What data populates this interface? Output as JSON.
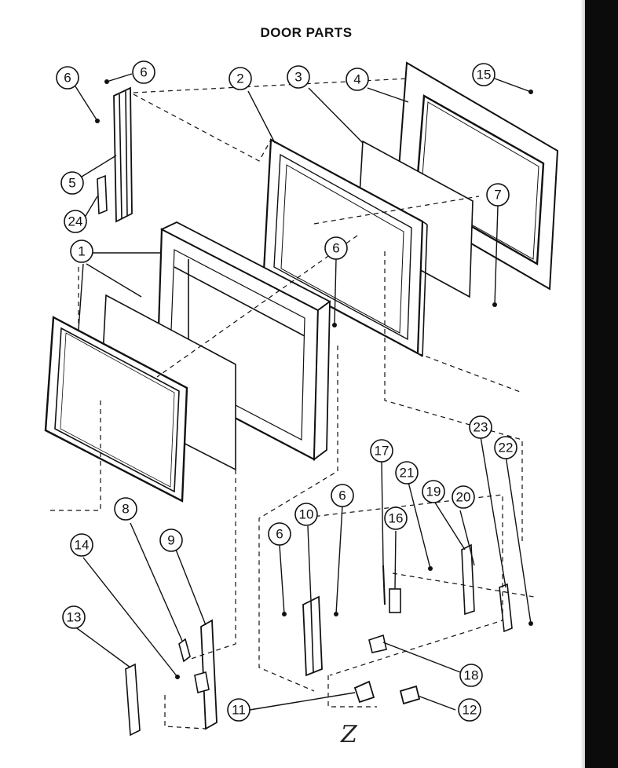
{
  "title": "DOOR PARTS",
  "handwritten_mark": "Z",
  "callouts": [
    {
      "id": "c6a",
      "label": "6"
    },
    {
      "id": "c6b",
      "label": "6"
    },
    {
      "id": "c2",
      "label": "2"
    },
    {
      "id": "c3",
      "label": "3"
    },
    {
      "id": "c4",
      "label": "4"
    },
    {
      "id": "c15",
      "label": "15"
    },
    {
      "id": "c5",
      "label": "5"
    },
    {
      "id": "c24",
      "label": "24"
    },
    {
      "id": "c7",
      "label": "7"
    },
    {
      "id": "c1",
      "label": "1"
    },
    {
      "id": "c6c",
      "label": "6"
    },
    {
      "id": "c23",
      "label": "23"
    },
    {
      "id": "c22",
      "label": "22"
    },
    {
      "id": "c17",
      "label": "17"
    },
    {
      "id": "c21",
      "label": "21"
    },
    {
      "id": "c19",
      "label": "19"
    },
    {
      "id": "c20",
      "label": "20"
    },
    {
      "id": "c6d",
      "label": "6"
    },
    {
      "id": "c10",
      "label": "10"
    },
    {
      "id": "c16",
      "label": "16"
    },
    {
      "id": "c6e",
      "label": "6"
    },
    {
      "id": "c8",
      "label": "8"
    },
    {
      "id": "c9",
      "label": "9"
    },
    {
      "id": "c14",
      "label": "14"
    },
    {
      "id": "c13",
      "label": "13"
    },
    {
      "id": "c18",
      "label": "18"
    },
    {
      "id": "c11",
      "label": "11"
    },
    {
      "id": "c12",
      "label": "12"
    }
  ]
}
